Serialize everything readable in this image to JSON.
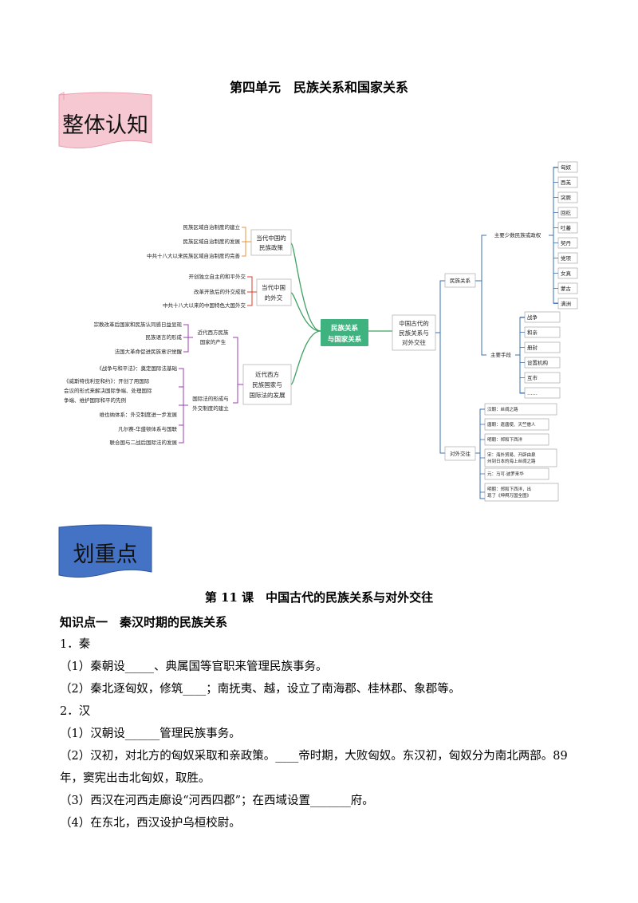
{
  "unit_title": "第四单元　民族关系和国家关系",
  "banner1": "整体认知",
  "banner2": "划重点",
  "mindmap": {
    "center": [
      "民族关系",
      "与国家关系"
    ],
    "right_main": [
      "中国古代的",
      "民族关系与",
      "对外交往"
    ],
    "left_top": {
      "node": [
        "当代中国的",
        "民族政策"
      ],
      "items": [
        "民族区域自治制度的建立",
        "民族区域自治制度的发展",
        "中共十八大以来民族区域自治制度的完善"
      ]
    },
    "left_mid": {
      "node": [
        "当代中国",
        "的外交"
      ],
      "items": [
        "开创独立自主的和平外交",
        "改革开放后的外交成就",
        "中共十八大以来的中国特色大国外交"
      ]
    },
    "left_bottom": {
      "node": [
        "近代西方",
        "民族国家与",
        "国际法的发展"
      ],
      "sub1": {
        "node": [
          "近代西方民族",
          "国家的产生"
        ],
        "items": [
          "宗教改革后国家和民族认同感日益显现",
          "民族语言的形成",
          "法国大革命促进民族意识觉醒"
        ]
      },
      "sub2": {
        "node": [
          "国际法的形成与",
          "外交制度的建立"
        ],
        "items": [
          "《战争与和平法》：奠定国际法基础",
          "《威斯特伐利亚和约》：开创了用国际",
          "会议的形式来解决国际争端、处理国际",
          "争端、维护国际和平的先例",
          "维也纳体系：外交制度进一步发展",
          "凡尔赛-华盛顿体系与国联",
          "联合国与二战后国际法的发展"
        ]
      }
    },
    "r_minzu": {
      "node": "民族关系",
      "policy": "主要少数民族或政权",
      "peoples": [
        "匈奴",
        "西羌",
        "突厥",
        "回纥",
        "吐蕃",
        "契丹",
        "党项",
        "女真",
        "蒙古",
        "满洲"
      ],
      "means_label": "主要手段",
      "means": [
        "战争",
        "和亲",
        "册封",
        "设置机构",
        "互市",
        "……"
      ]
    },
    "r_duiwai": {
      "node": "对外交往",
      "items": [
        "汉朝：丝绸之路",
        "唐朝：遣唐使、天竺僧人",
        "明朝：郑和下西洋",
        "宋：海外贸易、开辟由泉州到日本的海上丝绸之路",
        "元：马可·波罗来华",
        "明朝：郑和下西洋，出现了《坤舆万国全图》"
      ]
    }
  },
  "lesson_title": "第 11 课　中国古代的民族关系与对外交往",
  "content": {
    "kp1": "知识点一　秦汉时期的民族关系",
    "lines": [
      "1．秦",
      "（1）秦朝设_____、典属国等官职来管理民族事务。",
      "（2）秦北逐匈奴，修筑____；南抚夷、越，设立了南海郡、桂林郡、象郡等。",
      "2．汉",
      "（1）汉朝设______管理民族事务。",
      "（2）汉初，对北方的匈奴采取和亲政策。____帝时期，大败匈奴。东汉初，匈奴分为南北两部。89年，窦宪出击北匈奴，取胜。",
      "（3）西汉在河西走廊设“河西四郡”；在西域设置_______府。",
      "（4）在东北，西汉设护乌桓校尉。"
    ]
  },
  "colors": {
    "center_fill": "#3fb37f",
    "banner1_fill": "#f6c8d2",
    "banner2_fill": "#4472c4",
    "left_top_line": "#e69438",
    "left_mid_line": "#d83b2a",
    "left_bottom_line": "#9b3fb1",
    "green_line": "#3fa060",
    "blue_line": "#3a6fb0"
  }
}
